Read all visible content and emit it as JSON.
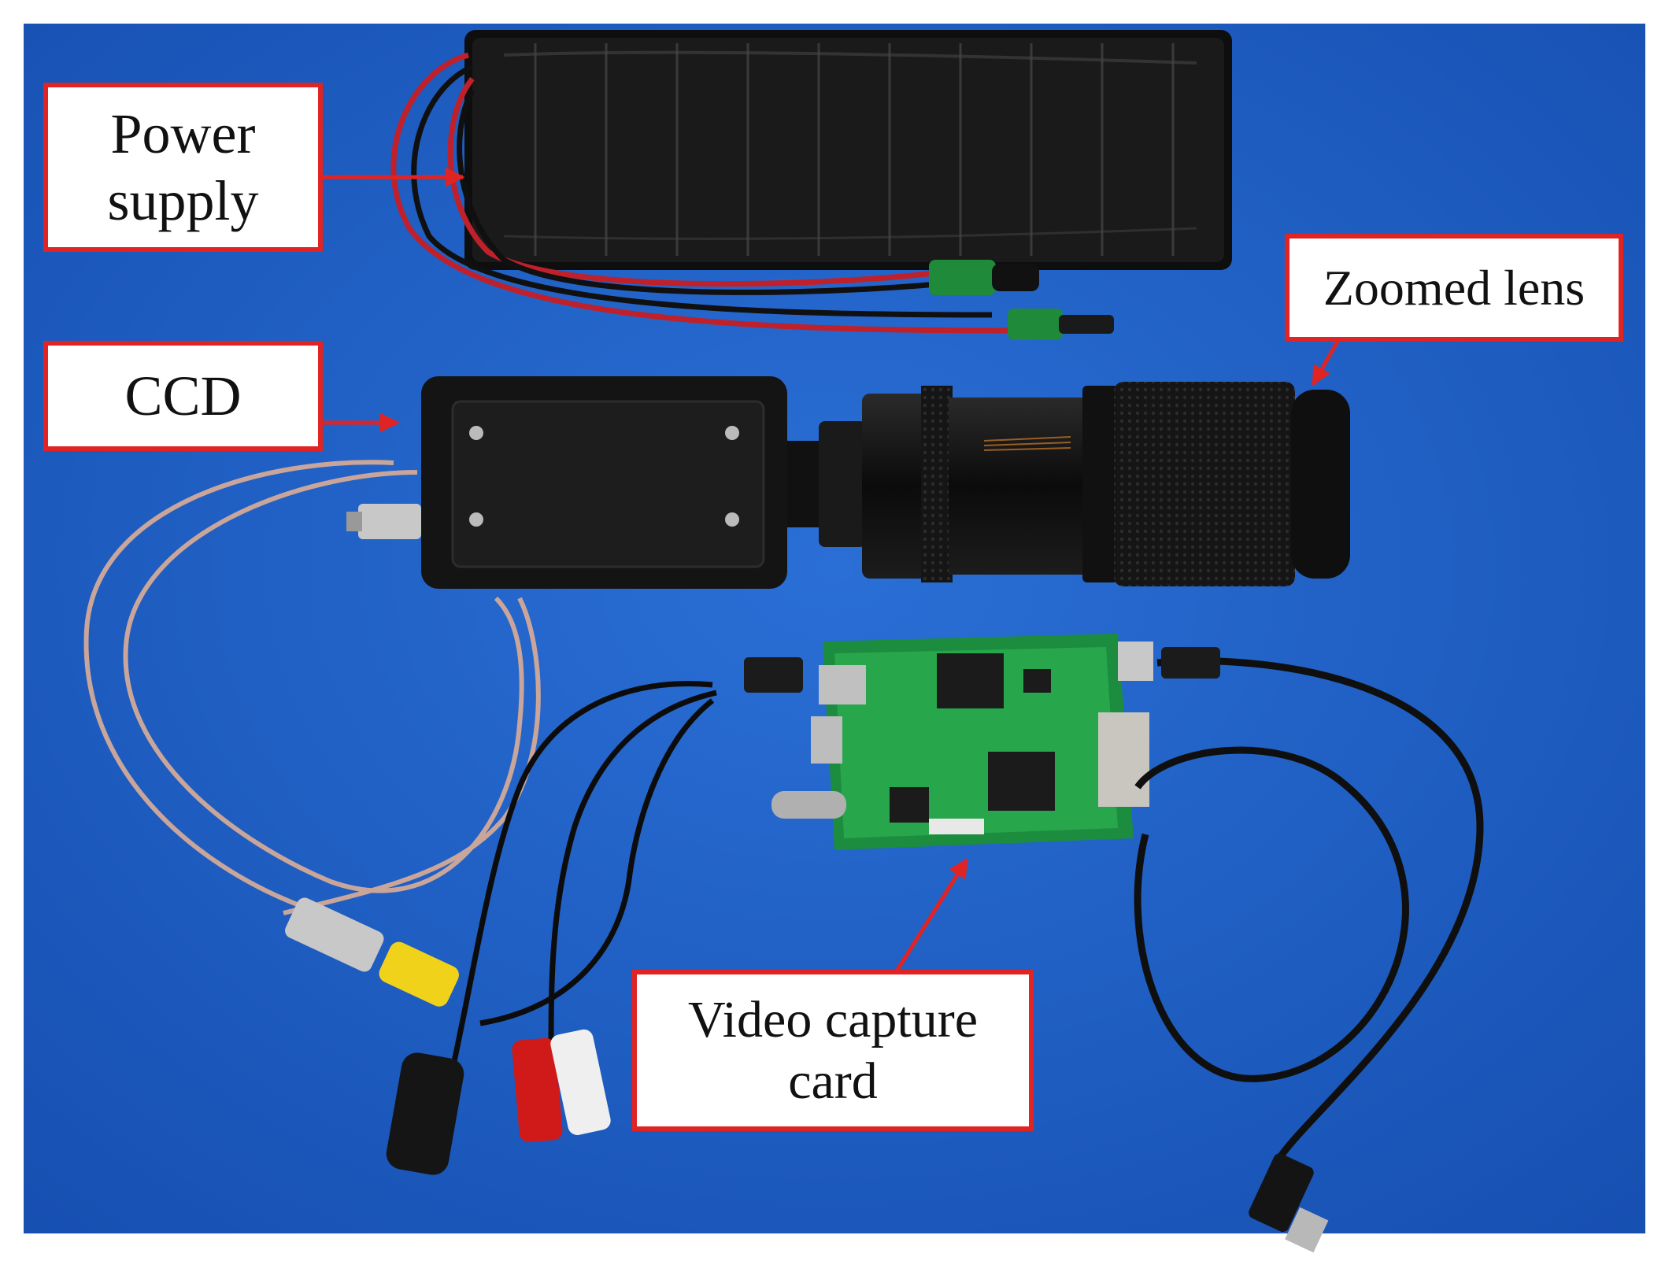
{
  "labels": {
    "power_supply": {
      "line1": "Power",
      "line2": "supply"
    },
    "ccd": "CCD",
    "zoomed_lens": "Zoomed lens",
    "video_capture_card": {
      "line1": "Video capture",
      "line2": "card"
    }
  },
  "colors": {
    "background_blue": "#1f5fc8",
    "label_border_red": "#e02424",
    "arrow_red": "#e02424",
    "label_fill": "#ffffff",
    "label_text": "#111111"
  }
}
